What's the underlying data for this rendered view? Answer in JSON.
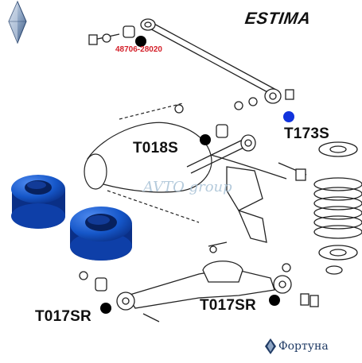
{
  "header": {
    "model": "ESTIMA"
  },
  "part_number": "48706-28020",
  "watermark": "AVTO group",
  "brand_mark": {
    "name": "Фортуна",
    "color": "#1f3a64"
  },
  "callouts": [
    {
      "code": "T173S",
      "marker_color": "#1133dd"
    },
    {
      "code": "T018S",
      "marker_color": "#000000"
    },
    {
      "code": "T017SR",
      "marker_color": "#000000"
    },
    {
      "code": "T017SR",
      "marker_color": "#000000"
    }
  ],
  "colors": {
    "bushing_blue": "#1556c8",
    "bushing_dark": "#0a2f86",
    "line": "#222222",
    "marker_blue": "#1133dd"
  },
  "icons": [
    "diamond-logo-icon",
    "fortuna-logo-icon"
  ]
}
